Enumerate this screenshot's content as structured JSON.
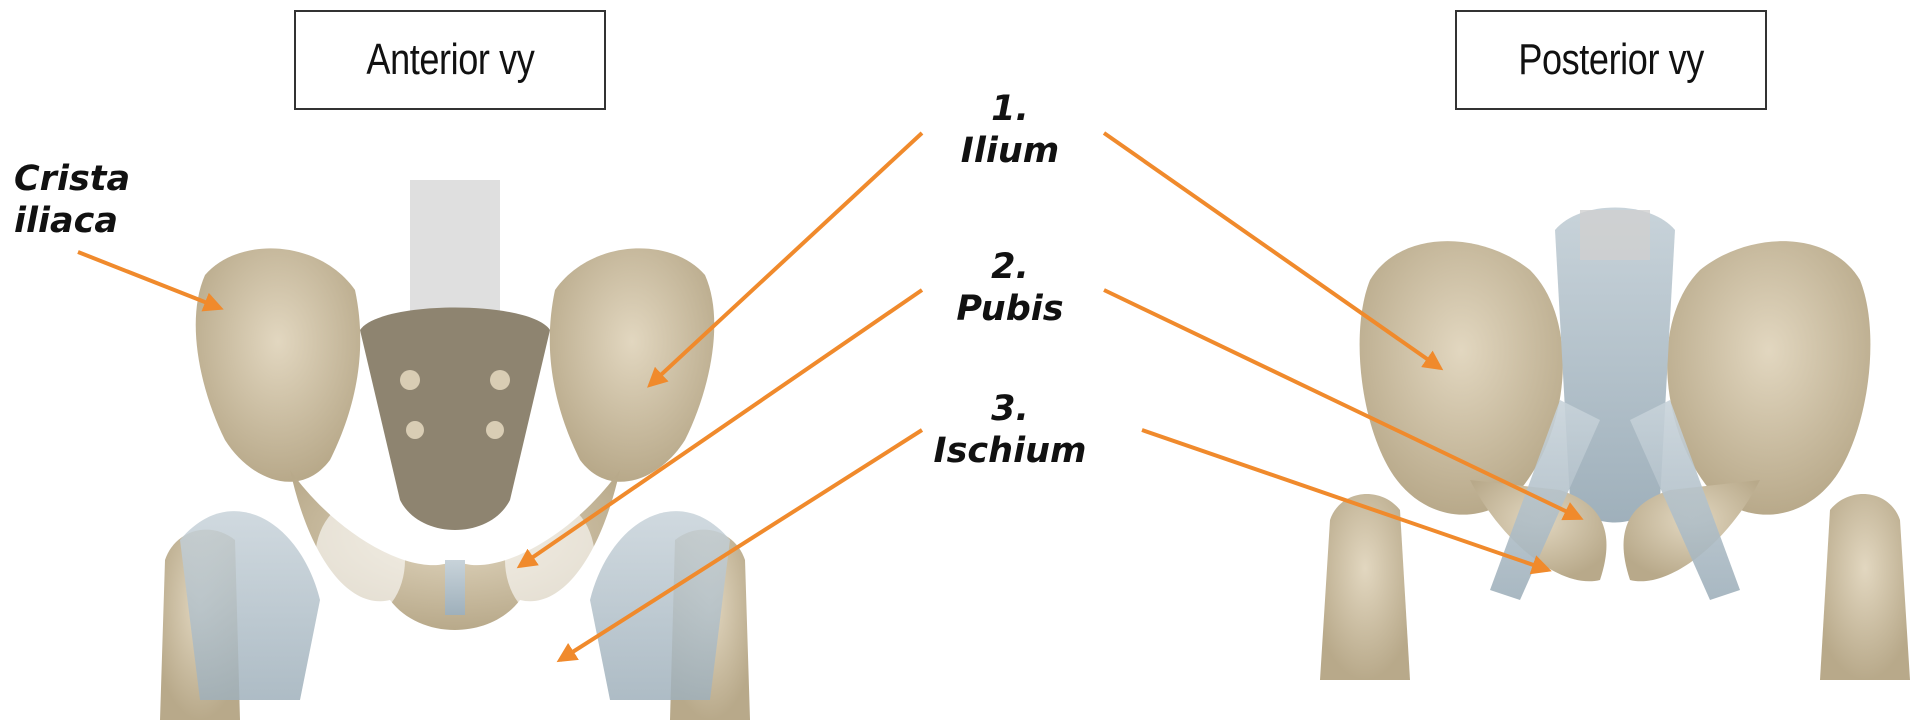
{
  "titles": {
    "anterior": "Anterior vy",
    "posterior": "Posterior vy"
  },
  "labels": {
    "crista": {
      "line1": "Crista",
      "line2": "iliaca"
    },
    "ilium": {
      "num": "1.",
      "name": "Ilium"
    },
    "pubis": {
      "num": "2.",
      "name": "Pubis"
    },
    "ischium": {
      "num": "3.",
      "name": "Ischium"
    }
  },
  "colors": {
    "arrow": "#f08a2c",
    "bone": "#d9cdb4",
    "bone_shadow": "#b9ab8d",
    "ligament": "#b9c6cf",
    "sacrum": "#cfcfcf"
  }
}
